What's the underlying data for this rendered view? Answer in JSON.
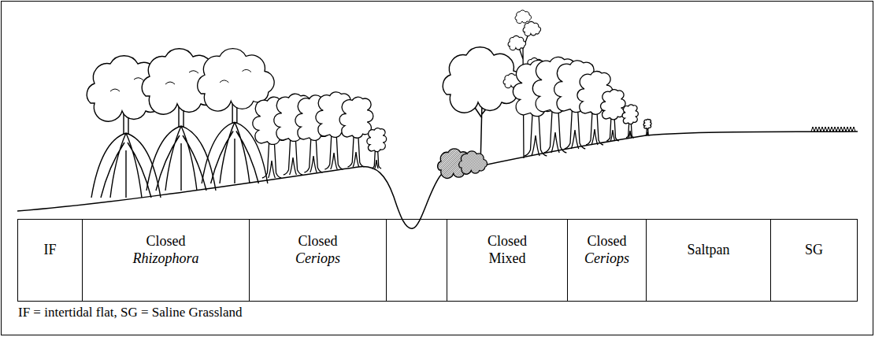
{
  "diagram": {
    "nodes": [
      {
        "text": [
          "IF"
        ]
      },
      {
        "text": [
          "Closed",
          "Rhizophora"
        ]
      },
      {
        "text": [
          "Closed",
          "Ceriops"
        ]
      },
      {
        "text": [
          "Closed Mixed"
        ]
      },
      {
        "text": [
          "Closed",
          "Ceriops"
        ]
      },
      {
        "text": [
          "Saltpan"
        ]
      },
      {
        "text": [
          "SG"
        ]
      }
    ],
    "labels": [
      "IF = intertidal flat, SG = Saline Grassland"
    ]
  }
}
